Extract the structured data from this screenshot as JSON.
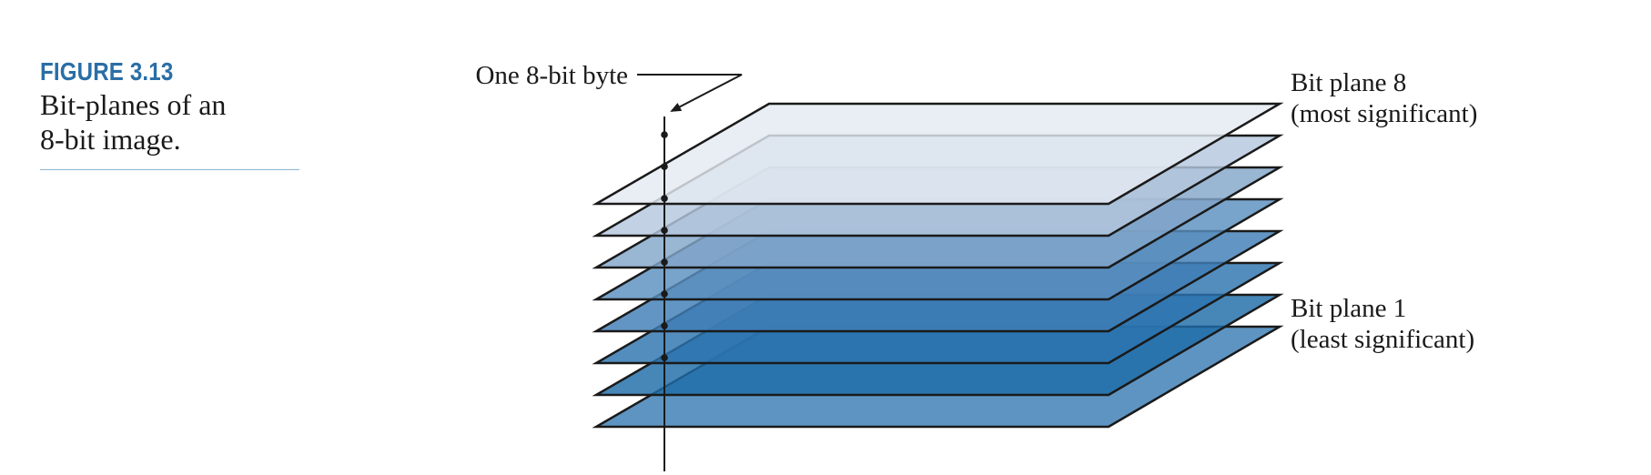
{
  "figure": {
    "label": "FIGURE 3.13",
    "caption_line1": "Bit-planes of an",
    "caption_line2": "8-bit image."
  },
  "diagram": {
    "byte_label": "One 8-bit byte",
    "top_plane_label": "Bit plane 8",
    "top_plane_sublabel": "(most significant)",
    "bottom_plane_label": "Bit plane 1",
    "bottom_plane_sublabel": "(least significant)",
    "plane_count": 8,
    "plane_fill_colors": [
      "#e4eaf2",
      "#b4c7dd",
      "#83a6c9",
      "#5a8fbe",
      "#3f7eb6",
      "#2c74b0",
      "#1f6ca8",
      "#3b7db3"
    ],
    "outline_color": "#1a1a1a"
  }
}
